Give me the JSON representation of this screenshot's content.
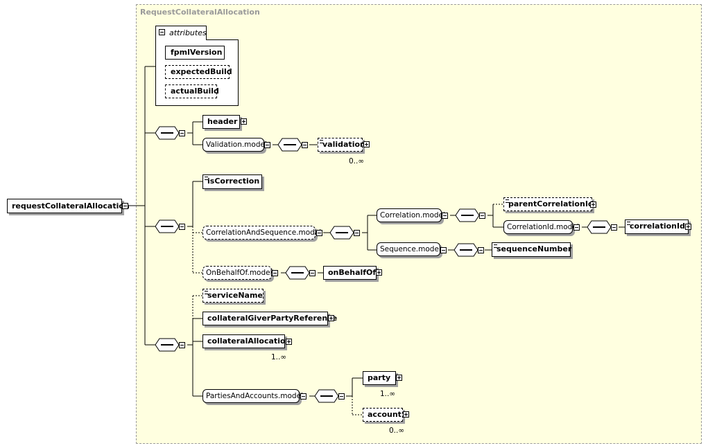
{
  "group_title": "RequestCollateralAllocation",
  "root": {
    "label": "requestCollateralAllocation"
  },
  "attributes": {
    "label": "attributes",
    "items": [
      "fpmlVersion",
      "expectedBuild",
      "actualBuild"
    ]
  },
  "nodes": {
    "header": "header",
    "validation_model": "Validation.model",
    "validation": "validation",
    "validation_occ": "0..∞",
    "is_correction": "isCorrection",
    "correlation_and_sequence_model": "CorrelationAndSequence.model",
    "correlation_model": "Correlation.model",
    "parent_correlation_id": "parentCorrelationId",
    "correlation_id_model": "CorrelationId.model",
    "correlation_id": "correlationId",
    "sequence_model": "Sequence.model",
    "sequence_number": "sequenceNumber",
    "on_behalf_of_model": "OnBehalfOf.model",
    "on_behalf_of": "onBehalfOf",
    "service_name": "serviceName",
    "collateral_giver_party_reference": "collateralGiverPartyReference",
    "collateral_allocation": "collateralAllocation",
    "collateral_allocation_occ": "1..∞",
    "parties_and_accounts_model": "PartiesAndAccounts.model",
    "party": "party",
    "party_occ": "1..∞",
    "account": "account",
    "account_occ": "0..∞"
  }
}
